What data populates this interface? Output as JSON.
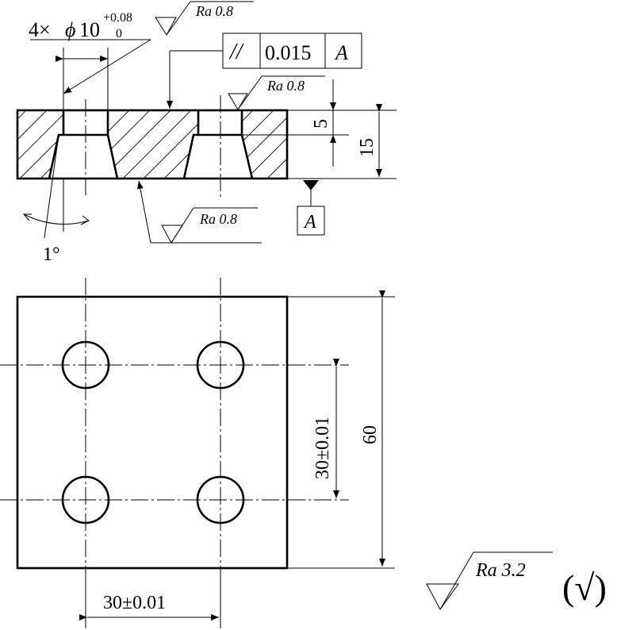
{
  "top_view": {
    "hole_callout": {
      "count_symbol": "4×",
      "phi": "ϕ",
      "diameter": "10",
      "upper_tol": "+0.08",
      "lower_tol": "0"
    },
    "ra_upper_left": "Ra 0.8",
    "ra_upper_right": "Ra 0.8",
    "ra_lower": "Ra 0.8",
    "tolerance_frame": {
      "symbol": "//",
      "value": "0.015",
      "datum": "A"
    },
    "datum_label": "A",
    "dim_depth": "5",
    "dim_thickness": "15",
    "angle": "1°"
  },
  "plan_view": {
    "dim_height": "60",
    "dim_hole_spacing_v": "30±0.01",
    "dim_hole_spacing_h": "30±0.01"
  },
  "general_roughness": {
    "text": "Ra 3.2",
    "bracket": "(√)"
  }
}
